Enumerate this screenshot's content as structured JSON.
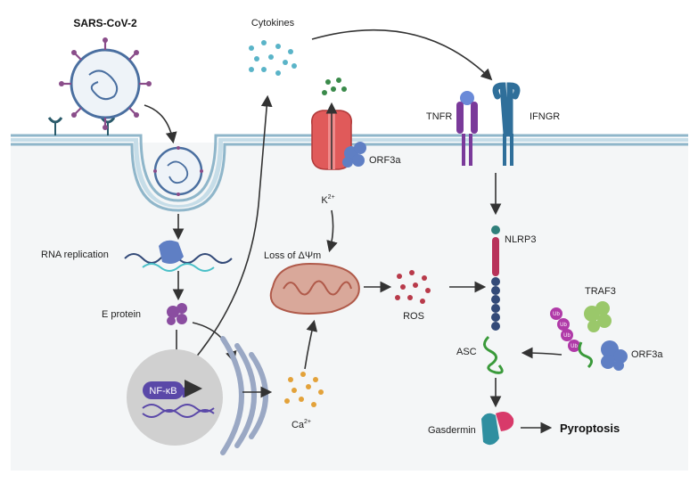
{
  "labels": {
    "sars_cov_2": "SARS-CoV-2",
    "cytokines": "Cytokines",
    "tnfr": "TNFR",
    "ifngr": "IFNGR",
    "orf3a_top": "ORF3a",
    "k_ion": "K",
    "k_charge": "2+",
    "rna_replication": "RNA replication",
    "e_protein": "E protein",
    "loss_of_membrane_potential": "Loss of ΔΨm",
    "ros": "ROS",
    "nlrp3": "NLRP3",
    "traf3": "TRAF3",
    "ub": "Ub",
    "asc": "ASC",
    "orf3a_bottom": "ORF3a",
    "nf_kb": "NF-κB",
    "ca_ion": "Ca",
    "ca_charge": "2+",
    "gasdermin": "Gasdermin",
    "pyroptosis": "Pyroptosis"
  },
  "colors": {
    "membrane": "#c6dde8",
    "membrane_edge": "#8fb6ca",
    "cytoplasm": "#f4f6f7",
    "virus_spike": "#8a4d8a",
    "virus_body": "#4a6fa0",
    "cytokine": "#5ab4c8",
    "ros": "#b83a4a",
    "calcium": "#e3a23a",
    "nlrp3_bead": "#334a78",
    "nlrp3_head": "#b8325a",
    "orf3a": "#5f7fc4",
    "channel": "#e05a5a",
    "tnfr": "#7a3a9a",
    "ifngr": "#2f6f9a",
    "traf3": "#9ac86a",
    "ub": "#b03aa8",
    "asc": "#3a9a3a",
    "gasdermin_a": "#2f8fa0",
    "gasdermin_b": "#d83a6a",
    "mito_outer": "#d9a89a",
    "mito_inner": "#b05a4a",
    "nucleus": "#d0d0d0",
    "er": "#9aa8c4",
    "nfkb": "#5a48a8"
  }
}
